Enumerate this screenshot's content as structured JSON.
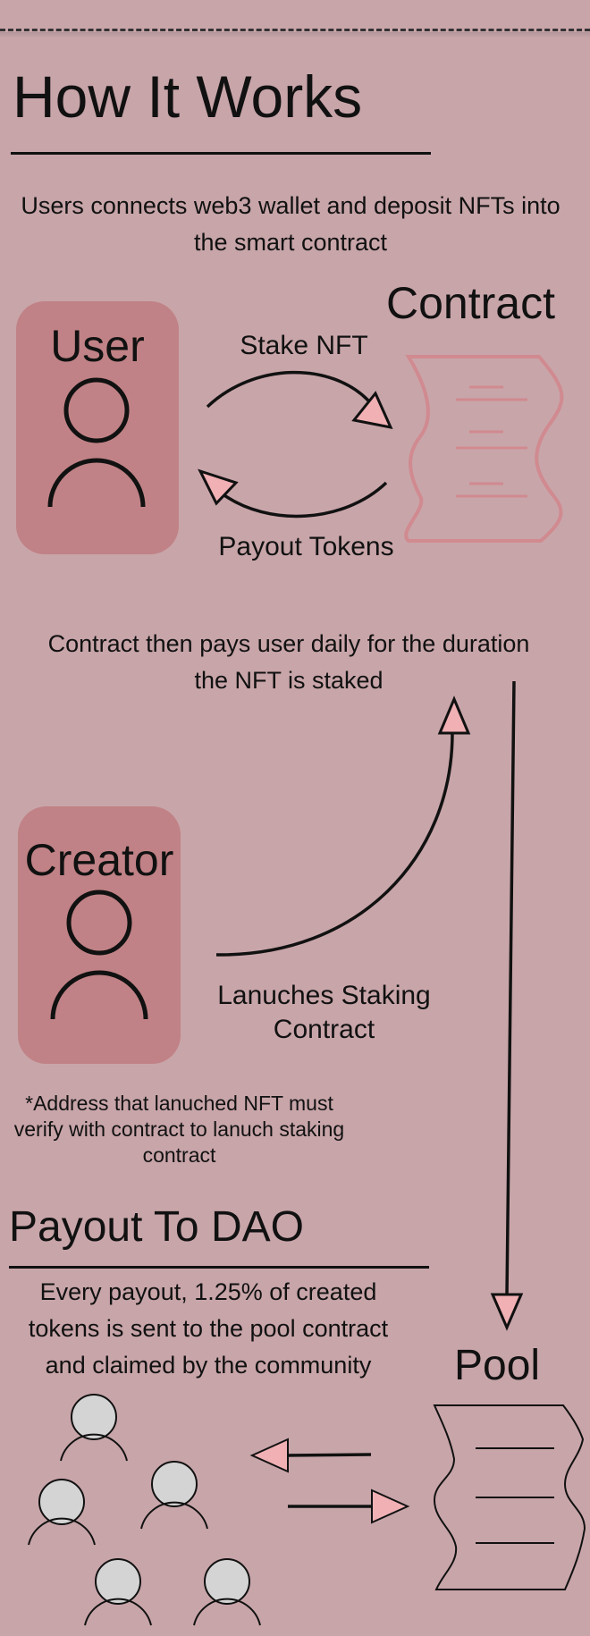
{
  "header": {
    "title": "How It Works"
  },
  "intro": {
    "text": "Users connects web3 wallet and deposit NFTs into the smart contract"
  },
  "actors": {
    "user": "User",
    "contract": "Contract",
    "creator": "Creator",
    "pool": "Pool"
  },
  "arrows": {
    "stake": "Stake NFT",
    "payout": "Payout Tokens",
    "launch": "Lanuches Staking Contract"
  },
  "contract_note": {
    "text": "Contract then pays user daily for the duration the NFT is staked"
  },
  "creator_note": {
    "text": "*Address that lanuched NFT must verify with contract to lanuch staking contract"
  },
  "dao": {
    "title": "Payout To DAO",
    "text": "Every payout, 1.25% of created tokens is sent to the pool contract and claimed by the community"
  },
  "icons": [
    "user-icon",
    "creator-icon",
    "contract-document-icon",
    "pool-document-icon",
    "community-person-icon"
  ],
  "colors": {
    "background": "#c8a5a9",
    "card": "#c08286",
    "arrowhead": "#f0b0b4",
    "contract_doc": "#d08a90",
    "community_head": "#d4d4d4"
  }
}
